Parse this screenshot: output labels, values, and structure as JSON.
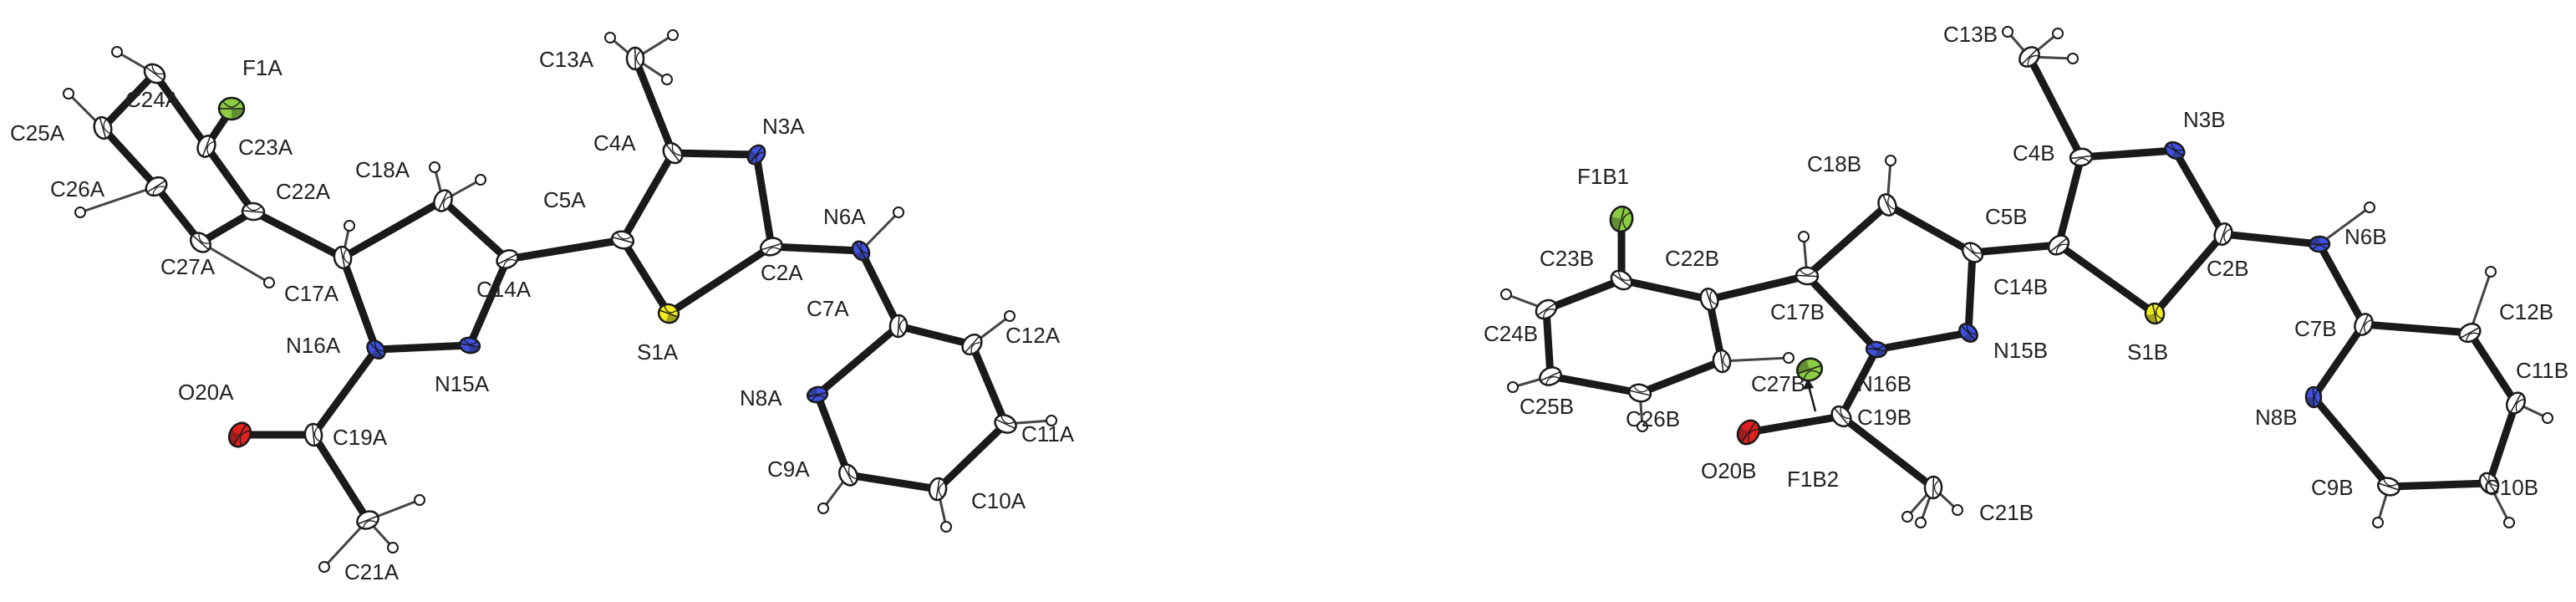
{
  "colors": {
    "bond": "#1a1a1a",
    "hbond": "#444444",
    "carbon": "#ffffff",
    "nitrogen": "#3f51e0",
    "sulfur": "#f2ee1c",
    "oxygen": "#e22020",
    "fluorine": "#8ccc42",
    "hydrogen": "#ffffff",
    "outline": "#1a1a1a"
  },
  "molecule_a": {
    "labels": [
      "F1A",
      "C24A",
      "C25A",
      "C23A",
      "C26A",
      "C22A",
      "C18A",
      "C27A",
      "C17A",
      "N16A",
      "C14A",
      "N15A",
      "O20A",
      "C19A",
      "C21A",
      "C5A",
      "C4A",
      "C13A",
      "N3A",
      "C2A",
      "N6A",
      "S1A",
      "C7A",
      "C12A",
      "N8A",
      "C11A",
      "C9A",
      "C10A"
    ]
  },
  "molecule_b": {
    "labels": [
      "C13B",
      "C4B",
      "N3B",
      "C18B",
      "F1B1",
      "C5B",
      "N6B",
      "C23B",
      "C22B",
      "C2B",
      "C24B",
      "C17B",
      "C14B",
      "S1B",
      "C7B",
      "C12B",
      "N16B",
      "N15B",
      "C27B",
      "C11B",
      "C25B",
      "C26B",
      "C19B",
      "N8B",
      "O20B",
      "F1B2",
      "C9B",
      "C10B",
      "C21B"
    ]
  }
}
